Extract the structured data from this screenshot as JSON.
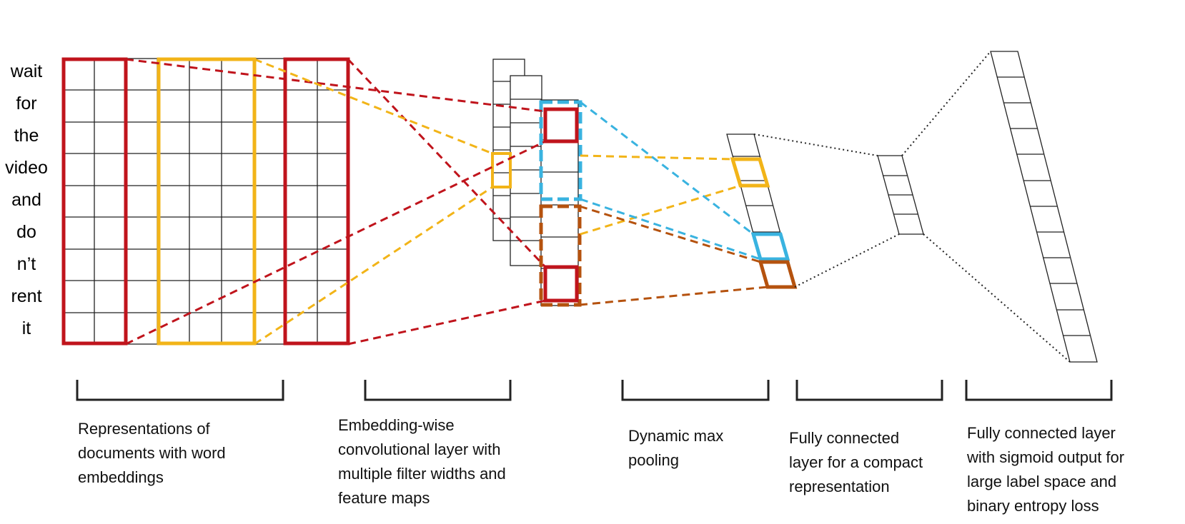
{
  "words": [
    "wait",
    "for",
    "the",
    "video",
    "and",
    "do",
    "n’t",
    "rent",
    "it"
  ],
  "captions": [
    {
      "id": "embeddings",
      "lines": [
        "Representations of",
        "documents with word",
        "embeddings"
      ]
    },
    {
      "id": "conv",
      "lines": [
        "Embedding-wise",
        "convolutional layer with",
        "multiple filter widths and",
        "feature maps"
      ]
    },
    {
      "id": "pooling",
      "lines": [
        "Dynamic max",
        "pooling"
      ]
    },
    {
      "id": "fc-compact",
      "lines": [
        "Fully connected",
        "layer for a compact",
        "representation"
      ]
    },
    {
      "id": "fc-output",
      "lines": [
        "Fully connected layer",
        "with sigmoid output for",
        "large label space and",
        "binary entropy loss"
      ]
    }
  ],
  "colors": {
    "red": "#c0141c",
    "yellow": "#f2b418",
    "blue": "#39b3e0",
    "brown": "#b5520e",
    "grid": "#222222"
  }
}
